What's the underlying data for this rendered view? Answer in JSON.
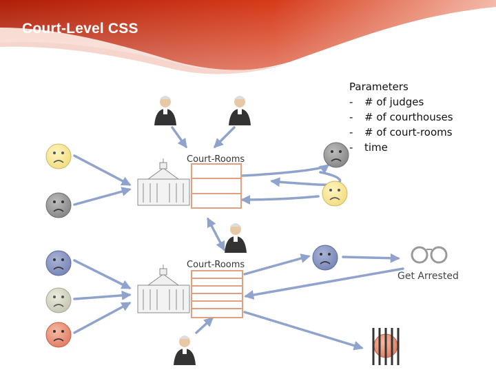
{
  "slide": {
    "title": "Court-Level CSS"
  },
  "parameters": {
    "heading": "Parameters",
    "items": [
      "# of judges",
      "# of courthouses",
      "# of court-rooms",
      "time"
    ]
  },
  "labels": {
    "courtrooms_top": "Court-Rooms",
    "courtrooms_bottom": "Court-Rooms",
    "get_arrested": "Get Arrested"
  },
  "colors": {
    "header_red": "#c42a10",
    "arrow": "#8fa3cc",
    "room_border": "#e0a080",
    "face_yellow": "#f1dc7e",
    "face_gray": "#8c8c8c",
    "face_blue": "#7d8bb9",
    "face_light_gray": "#c9c9b8",
    "face_red": "#e6866c"
  }
}
